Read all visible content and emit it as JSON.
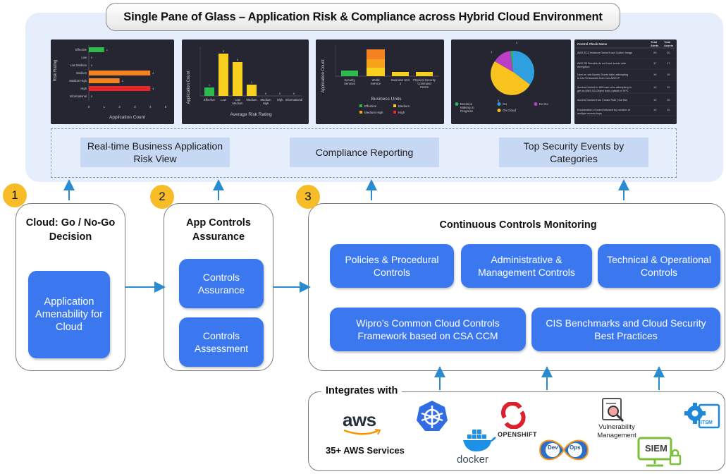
{
  "title": "Single Pane of Glass – Application Risk & Compliance across Hybrid Cloud Environment",
  "dashboards": {
    "risk_rating_chart": {
      "ylabel": "Risk Rating",
      "xlabel": "Application Count",
      "categories": [
        "Effective",
        "Low",
        "Low Medium",
        "Medium",
        "Medium High",
        "High",
        "Informational"
      ],
      "values": [
        1,
        0,
        0,
        4,
        2,
        4,
        0
      ],
      "xticks": [
        "0",
        "1",
        "2",
        "3",
        "4",
        "5"
      ]
    },
    "avg_risk_chart": {
      "ylabel": "Application Count",
      "xlabel": "Average Risk Rating",
      "categories": [
        "Effective",
        "Low",
        "Low Medium",
        "Medium",
        "Medium High",
        "High",
        "Informational"
      ]
    },
    "business_units_chart": {
      "ylabel": "Application Count",
      "xlabel": "Business Units",
      "categories": [
        "Security Services",
        "World Service",
        "Business Unit 1",
        "Physical Security Command Centre"
      ],
      "legend": [
        "Effective",
        "Medium",
        "Medium High",
        "High"
      ]
    },
    "pie_chart": {
      "legend": [
        "Decision Making In Progress",
        "Go",
        "No Go",
        "On Cloud"
      ]
    },
    "events_table": {
      "headers": [
        "Control Check Name",
        "Total Alerts",
        "Total Assets"
      ],
      "rows": [
        [
          "AWS EC2 Instance Doesn't use Golden Image",
          "20",
          "20"
        ],
        [
          "AWS S3 Buckets do not have server side encryption",
          "17",
          "17"
        ],
        [
          "User or role Assets Secret table attempting to List S3 buckets from non-AWS IP",
          "10",
          "10"
        ],
        [
          "Access Denied to IAM user who attempting to get an AWS S3 Object from outside of VPC",
          "10",
          "10"
        ],
        [
          "Access Denied from Create Role (root file)",
          "10",
          "10"
        ],
        [
          "Enumeration of users followed by creation of multiple access keys",
          "10",
          "10"
        ]
      ]
    }
  },
  "labels": {
    "risk_view": "Real-time Business Application Risk View",
    "compliance": "Compliance Reporting",
    "security_events": "Top Security Events by Categories"
  },
  "col1": {
    "badge": "1",
    "heading": "Cloud: Go / No-Go Decision",
    "box": "Application Amenability for Cloud"
  },
  "col2": {
    "badge": "2",
    "heading": "App Controls Assurance",
    "box1": "Controls Assurance",
    "box2": "Controls Assessment"
  },
  "col3": {
    "badge": "3",
    "heading": "Continuous Controls Monitoring",
    "boxes": [
      "Policies & Procedural Controls",
      "Administrative & Management Controls",
      "Technical & Operational Controls",
      "Wipro’s Common Cloud Controls Framework based on CSA CCM",
      "CIS Benchmarks and Cloud Security Best Practices"
    ]
  },
  "integrations": {
    "heading": "Integrates with",
    "aws_logo": "aws",
    "aws_services": "35+  AWS Services",
    "docker": "docker",
    "openshift": "OPENSHIFT",
    "devops_dev": "Dev",
    "devops_ops": "Ops",
    "vulnerability": "Vulnerability Management",
    "siem": "SIEM",
    "itsm": "ITSM"
  },
  "colors": {
    "accent_blue": "#3b78f0",
    "badge_yellow": "#f6bd29",
    "arrow_blue": "#2a8bd0",
    "label_blue": "#c7d8f5",
    "glass_blue": "#e5eefa"
  }
}
